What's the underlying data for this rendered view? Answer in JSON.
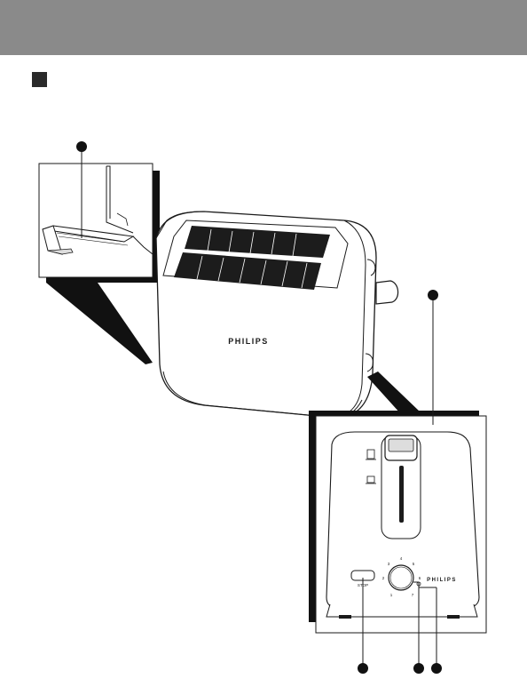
{
  "diagram": {
    "brand_front": "PHILIPS",
    "brand_panel": "PHILIPS",
    "stop_label": "STOP",
    "dial_numbers": [
      "1",
      "2",
      "3",
      "4",
      "5",
      "6",
      "7"
    ]
  },
  "colors": {
    "header": "#8a8a8a",
    "marker": "#2a2a2a",
    "ink": "#1a1a1a",
    "shadow": "#111111",
    "paper": "#ffffff"
  }
}
